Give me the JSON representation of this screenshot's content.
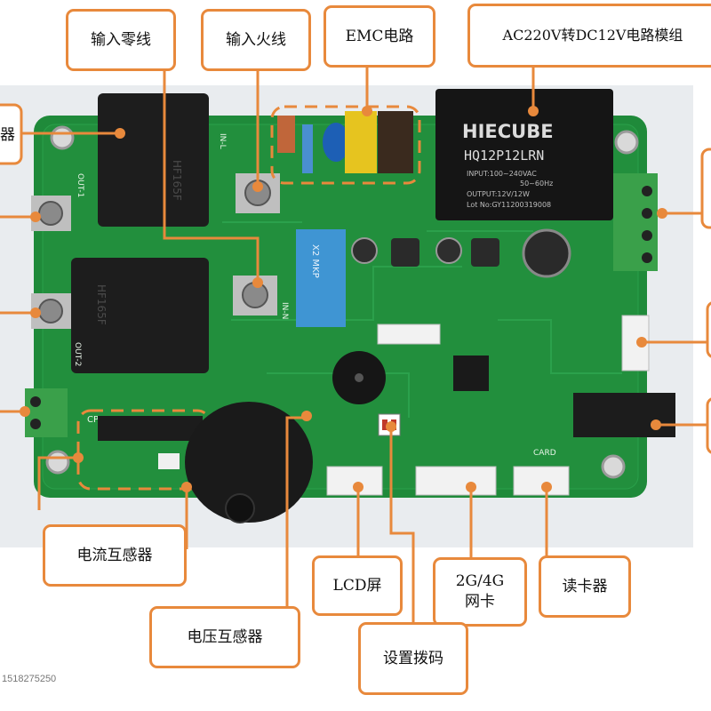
{
  "labels": {
    "neutral_in": "输入零线",
    "live_in": "输入火线",
    "emc": "EMC电路",
    "power_module": "AC220V转DC12V电路模组",
    "current_transformer": "电流互感器",
    "voltage_transformer": "电压互感器",
    "lcd": "LCD屏",
    "net_line1": "2G/4G",
    "net_line2": "网卡",
    "card_reader": "读卡器",
    "dip_switch": "设置拨码",
    "relay_partial": "器"
  },
  "board_text": {
    "module_brand": "HIECUBE",
    "module_model": "HQ12P12LRN",
    "module_input": "INPUT:100~240VAC",
    "module_freq": "50~60Hz",
    "module_output": "OUTPUT:12V/12W",
    "module_lot": "Lot No:GY11200319008",
    "card_silk": "CARD",
    "relay1_text": "HF165F",
    "relay2_text": "HF165F",
    "capacitor_text": "X2 MKP",
    "in_l": "IN-L",
    "in_n": "IN-N",
    "out_1": "OUT-1",
    "out_2": "OUT-2",
    "cp": "CP"
  },
  "footer": {
    "phone": "1518275250"
  },
  "colors": {
    "callout_border": "#e8893c",
    "pcb": "#1f8a3a",
    "pcb_dark": "#16692b"
  }
}
